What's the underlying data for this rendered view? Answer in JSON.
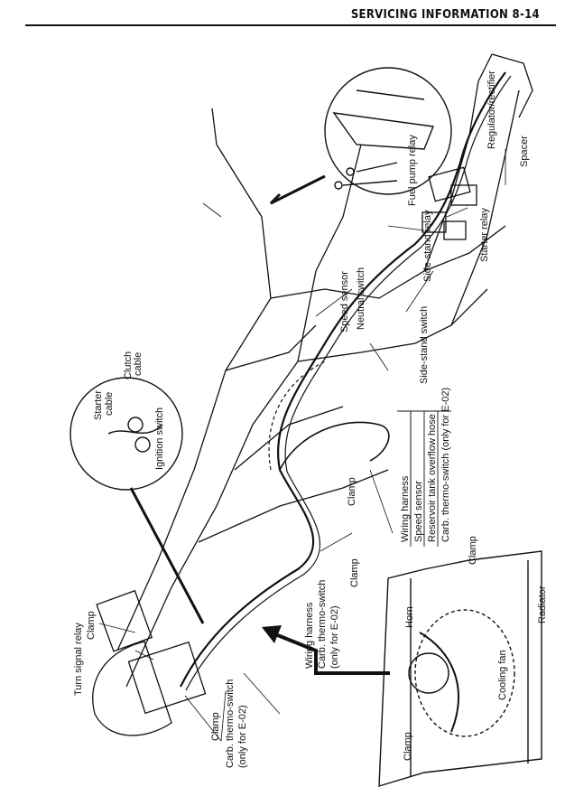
{
  "header": {
    "title": "SERVICING INFORMATION 8-14"
  },
  "labels": {
    "turn_signal_relay": "Turn signal relay",
    "clamp": "Clamp",
    "carb_thermo_left": "Carb. thermo-switch",
    "only_e02": "(only for E-02)",
    "wiring_harness": "Wiring harness",
    "carb_thermo_mid": "Carb. thermo-switch",
    "only_e02_mid": "(only for E-02)",
    "clamp_mid": "Clamp",
    "starter_cable": "Starter",
    "starter_cable2": "cable",
    "clutch_cable": "Clutch",
    "clutch_cable2": "cable",
    "ignition_switch": "Ignition switch",
    "clamp_center": "Clamp",
    "list_wiring_harness": "Wiring harness",
    "list_speed_sensor": "Speed sensor",
    "list_reservoir": "Reservoir tank overflow hose",
    "list_carb_thermo": "Carb. thermo-switch (only for E-02)",
    "clamp_list": "Clamp",
    "side_stand_relay": "Side-stand relay",
    "fuel_pump_relay": "Fuel pump relay",
    "starter_relay": "Starter relay",
    "regulator_rectifier": "Regulator/rectifier",
    "spacer": "Spacer",
    "speed_sensor": "Speed sensor",
    "neutral_switch": "Neutral switch",
    "side_stand_switch": "Side-stand switch",
    "horn": "Horn",
    "radiator": "Radiator",
    "cooling_fan": "Cooling fan",
    "clamp_radiator": "Clamp"
  }
}
